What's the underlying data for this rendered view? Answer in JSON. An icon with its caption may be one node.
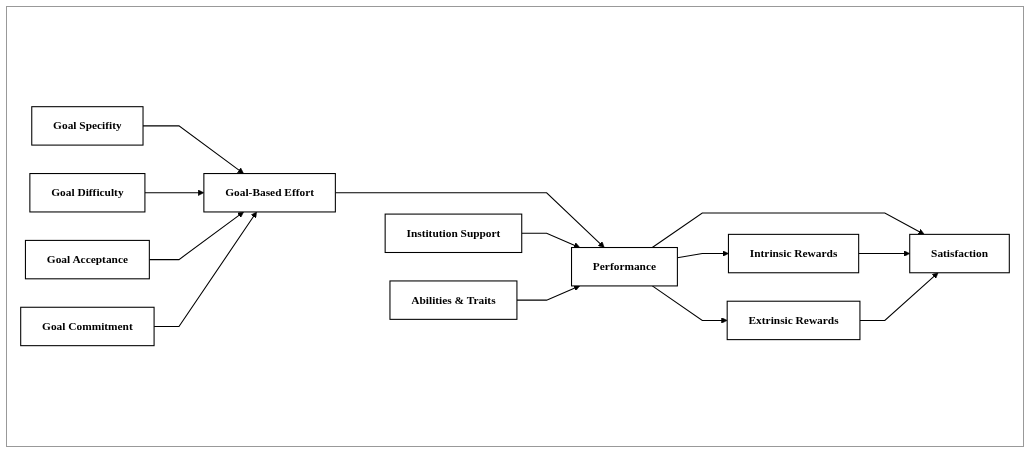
{
  "diagram": {
    "nodes": [
      {
        "text": [
          "Goal Specifity"
        ]
      },
      {
        "text": [
          "Goal Difficulty"
        ]
      },
      {
        "text": [
          "Institution Support"
        ]
      },
      {
        "text": [
          "Intrinsic Rewards"
        ]
      },
      {
        "text": [
          "Goal-Based Effort"
        ]
      },
      {
        "text": [
          "Performance"
        ]
      },
      {
        "text": [
          "Satisfaction"
        ]
      },
      {
        "text": [
          "Goal Acceptance"
        ]
      },
      {
        "text": [
          "Goal Commitment"
        ]
      },
      {
        "text": [
          "Abilities & Traits"
        ]
      },
      {
        "text": [
          "Extrinsic Rewards"
        ]
      }
    ],
    "edges": [
      {
        "from": 0,
        "to": 4,
        "arrow": "to"
      },
      {
        "from": 1,
        "to": 4,
        "arrow": "to"
      },
      {
        "from": 7,
        "to": 4,
        "arrow": "to"
      },
      {
        "from": 8,
        "to": 4,
        "arrow": "to"
      },
      {
        "from": 4,
        "to": 5,
        "arrow": "to"
      },
      {
        "from": 2,
        "to": 5,
        "arrow": "to"
      },
      {
        "from": 9,
        "to": 5,
        "arrow": "to"
      },
      {
        "from": 5,
        "to": 3,
        "arrow": "to"
      },
      {
        "from": 5,
        "to": 10,
        "arrow": "to"
      },
      {
        "from": 5,
        "to": 6,
        "arrow": "to"
      },
      {
        "from": 3,
        "to": 6,
        "arrow": "to"
      },
      {
        "from": 10,
        "to": 6,
        "arrow": "to"
      }
    ]
  }
}
